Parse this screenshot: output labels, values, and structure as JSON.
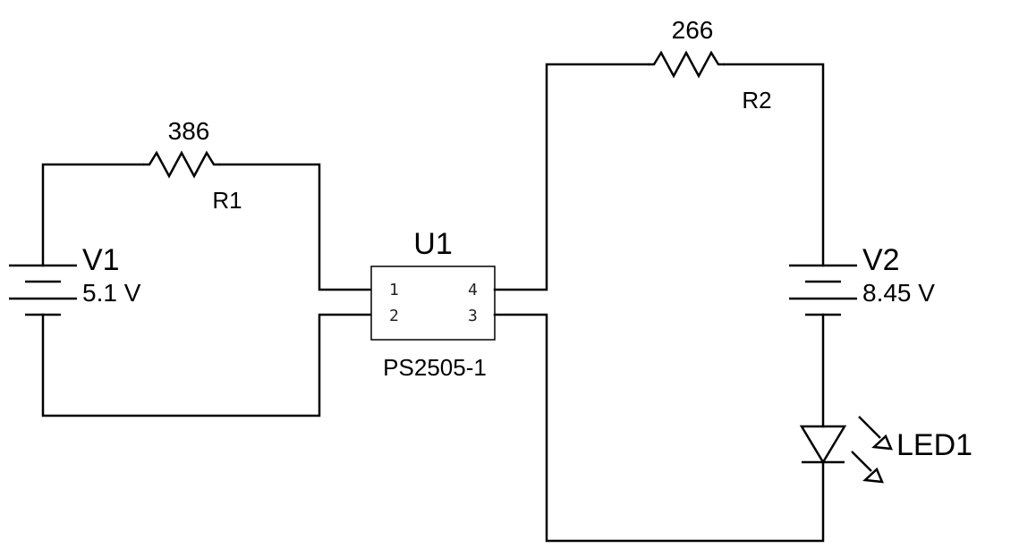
{
  "schematic": {
    "r1": {
      "value": "386",
      "ref": "R1"
    },
    "r2": {
      "value": "266",
      "ref": "R2"
    },
    "v1": {
      "ref": "V1",
      "value": "5.1 V"
    },
    "v2": {
      "ref": "V2",
      "value": "8.45 V"
    },
    "u1": {
      "ref": "U1",
      "part": "PS2505-1",
      "pins": [
        "1",
        "2",
        "3",
        "4"
      ]
    },
    "led1": {
      "ref": "LED1"
    }
  }
}
